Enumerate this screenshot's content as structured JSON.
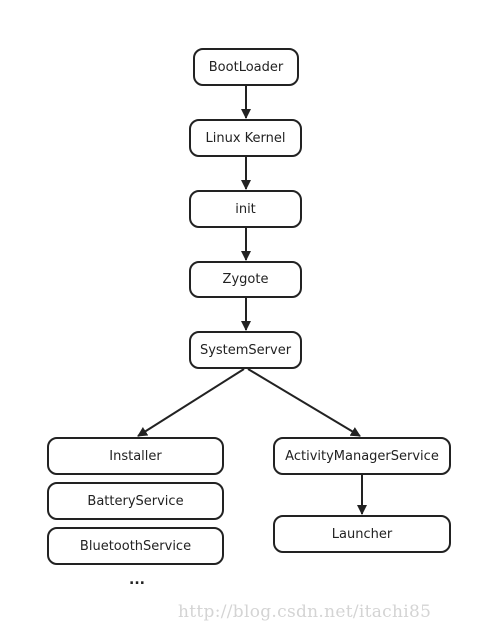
{
  "nodes": {
    "bootloader": "BootLoader",
    "linux_kernel": "Linux Kernel",
    "init": "init",
    "zygote": "Zygote",
    "system_server": "SystemServer",
    "installer": "Installer",
    "battery_service": "BatteryService",
    "bluetooth_service": "BluetoothService",
    "activity_manager_service": "ActivityManagerService",
    "launcher": "Launcher"
  },
  "ellipsis": "...",
  "watermark": "http://blog.csdn.net/itachi85",
  "colors": {
    "stroke": "#222222",
    "background": "#ffffff",
    "watermark": "#d4d4d4"
  }
}
